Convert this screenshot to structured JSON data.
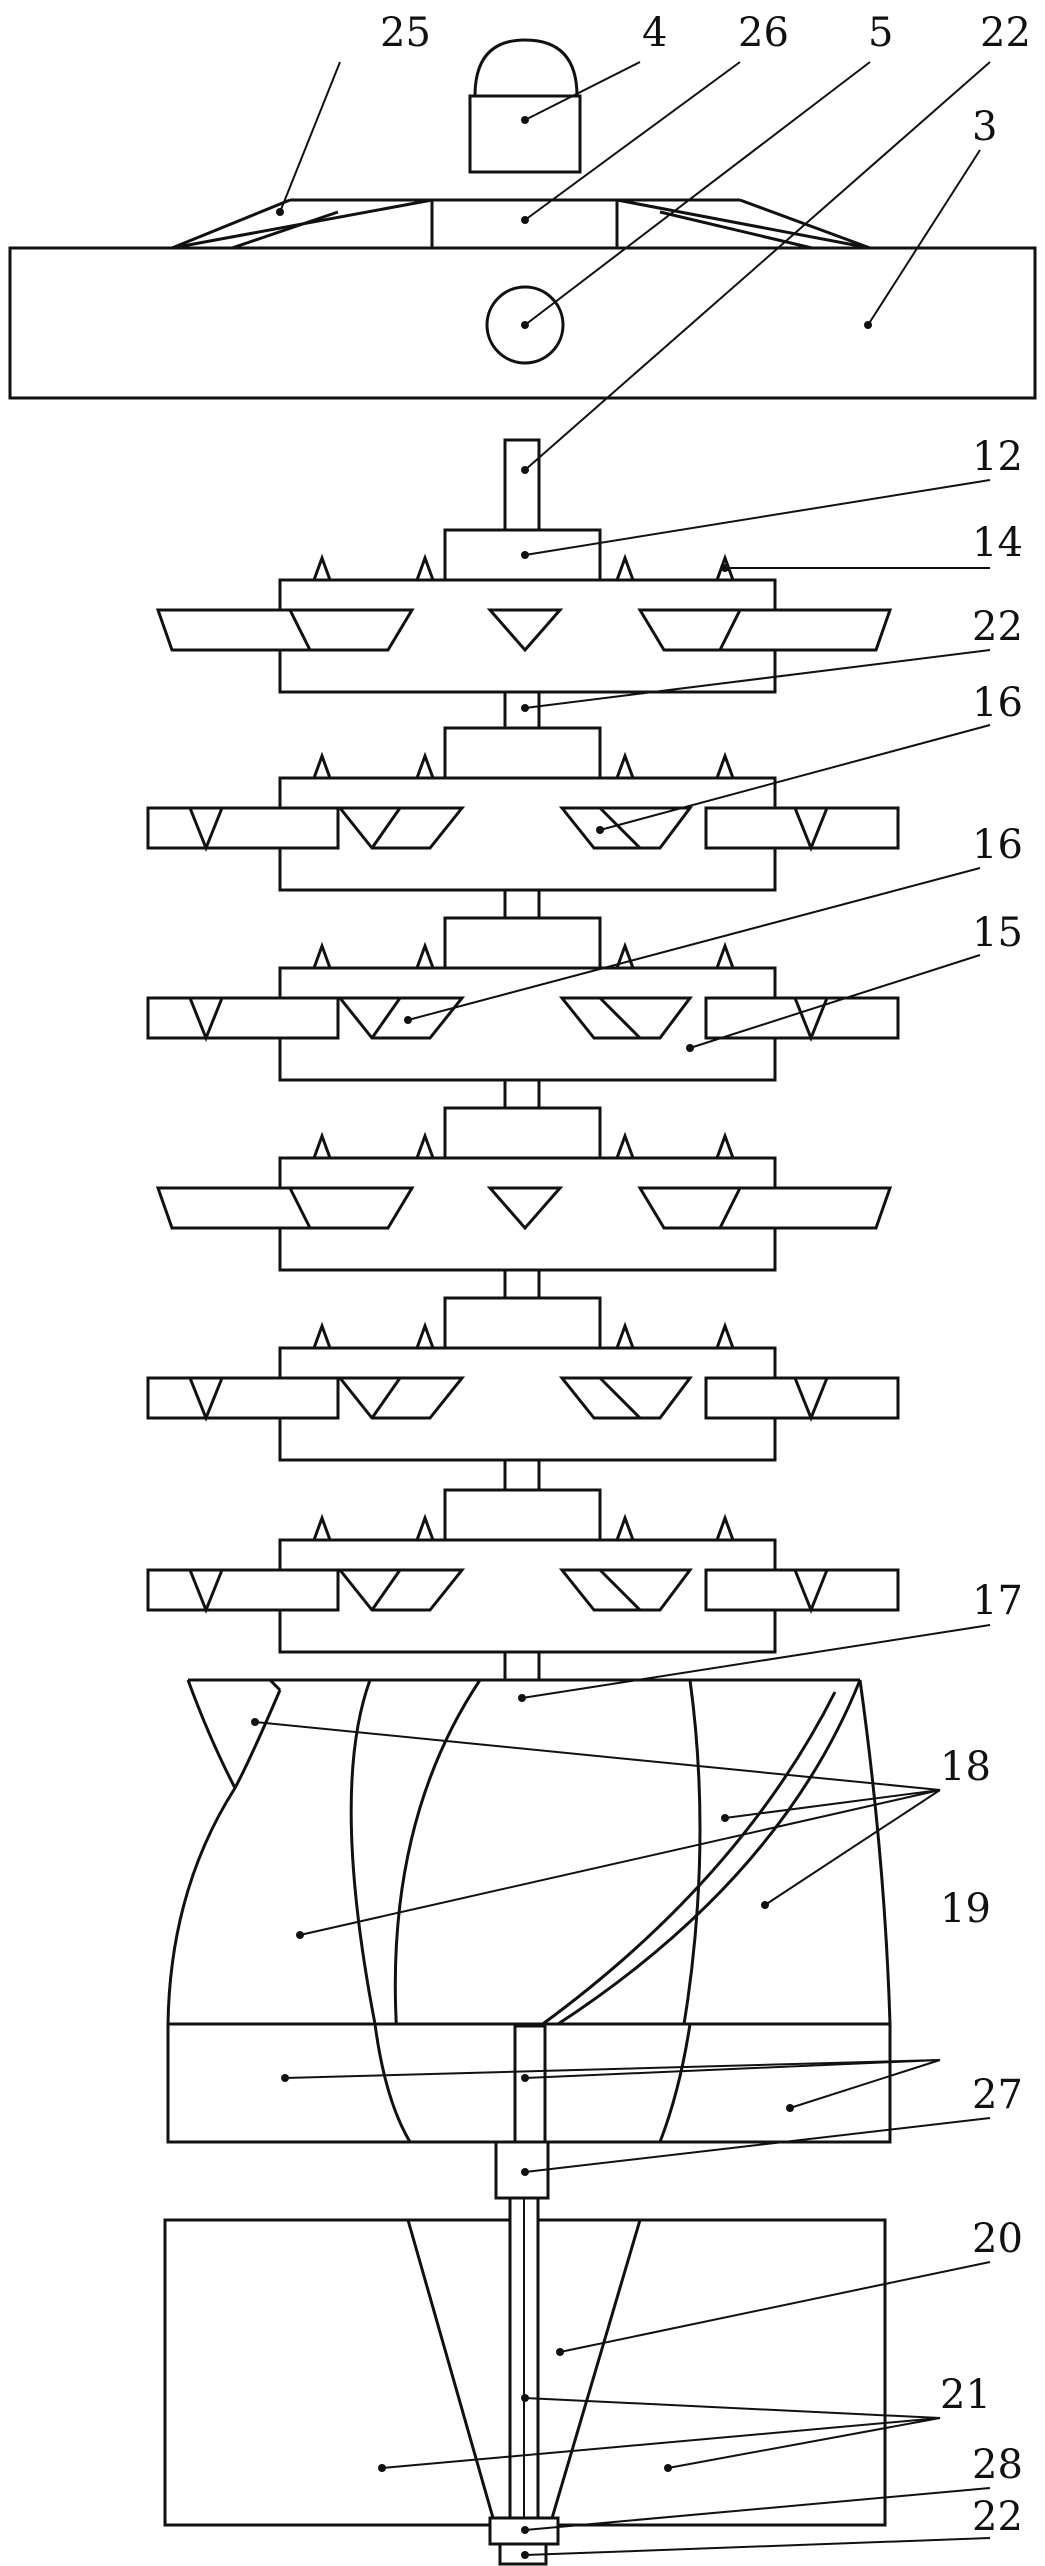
{
  "labels": {
    "l25": "25",
    "l4": "4",
    "l26": "26",
    "l5": "5",
    "l22a": "22",
    "l3": "3",
    "l12": "12",
    "l14": "14",
    "l22b": "22",
    "l16a": "16",
    "l16b": "16",
    "l15": "15",
    "l17": "17",
    "l18": "18",
    "l19": "19",
    "l27": "27",
    "l20": "20",
    "l21": "21",
    "l28": "28",
    "l22c": "22"
  }
}
